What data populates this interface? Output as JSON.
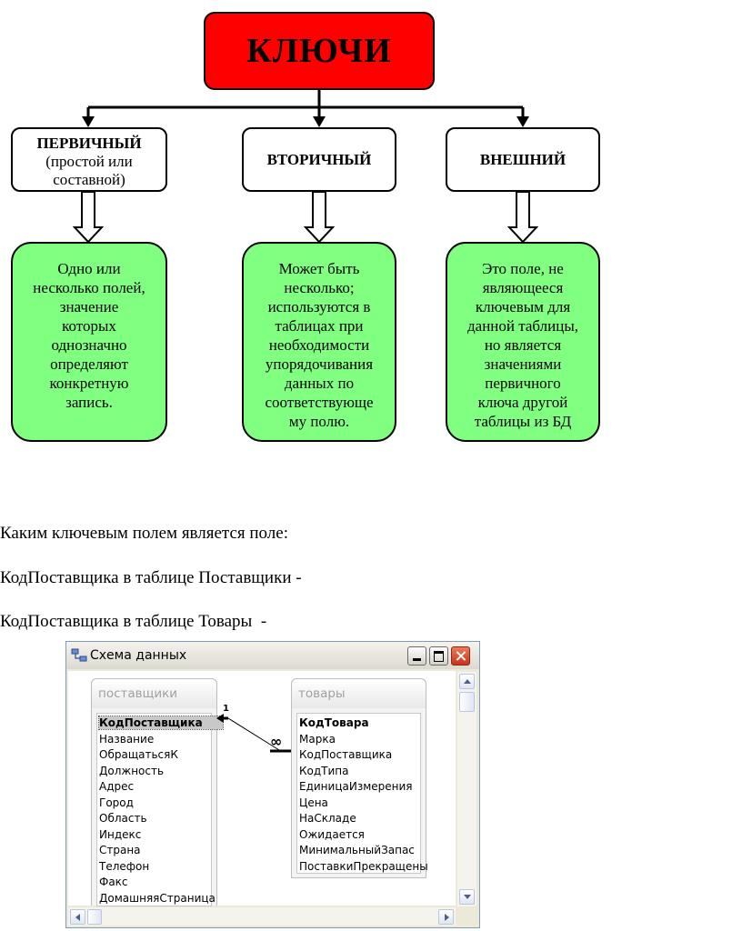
{
  "diagram": {
    "root": "КЛЮЧИ",
    "types": [
      {
        "title": "ПЕРВИЧНЫЙ",
        "subtitle_lines": [
          "(простой или",
          "составной)"
        ]
      },
      {
        "title": "ВТОРИЧНЫЙ",
        "subtitle_lines": []
      },
      {
        "title": "ВНЕШНИЙ",
        "subtitle_lines": []
      }
    ],
    "descriptions": [
      [
        "Одно или",
        "несколько полей,",
        "значение",
        "которых",
        "однозначно",
        "определяют",
        "конкретную",
        "запись."
      ],
      [
        "Может быть",
        "несколько;",
        "используются в",
        "таблицах при",
        "необходимости",
        "упорядочивания",
        "данных по",
        "соответствующе",
        "му полю."
      ],
      [
        "Это поле, не",
        "являющееся",
        "ключевым для",
        "данной таблицы,",
        "но является",
        "значениями",
        "первичного",
        "ключа другой",
        "таблицы из БД"
      ]
    ],
    "colors": {
      "root": "#ff0000",
      "description": "#80ff80"
    }
  },
  "questions": {
    "title": "Каким ключевым полем является поле:",
    "line1": "КодПоставщика в таблице Поставщики -",
    "line2": "КодПоставщика в таблице Товары  -"
  },
  "window": {
    "title": "Схема данных",
    "icon": "relationships-icon",
    "left_table": {
      "name": "поставщики",
      "fields": [
        "КодПоставщика",
        "Название",
        "ОбращатьсяК",
        "Должность",
        "Адрес",
        "Город",
        "Область",
        "Индекс",
        "Страна",
        "Телефон",
        "Факс",
        "ДомашняяСтраница"
      ]
    },
    "right_table": {
      "name": "товары",
      "fields": [
        "КодТовара",
        "Марка",
        "КодПоставщика",
        "КодТипа",
        "ЕдиницаИзмерения",
        "Цена",
        "НаСкладе",
        "Ожидается",
        "МинимальныйЗапас",
        "ПоставкиПрекращены"
      ]
    },
    "relation": {
      "one_label": "1",
      "many_label": "∞"
    }
  }
}
